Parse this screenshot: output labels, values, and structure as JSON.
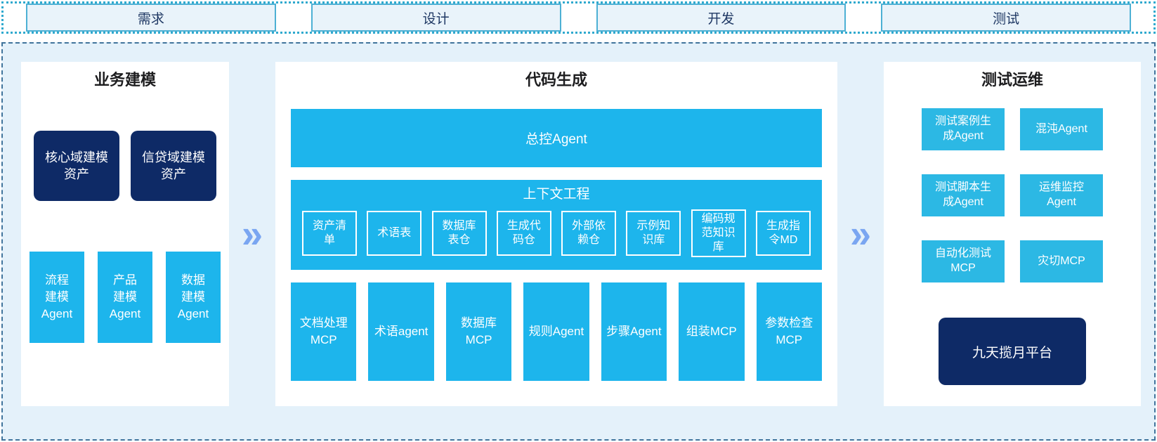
{
  "phases": [
    "需求",
    "设计",
    "开发",
    "测试"
  ],
  "flow": {
    "chevron": "»"
  },
  "sections": {
    "business_modeling": {
      "title": "业务建模",
      "assets": [
        "核心域建模资产",
        "信贷域建模资产"
      ],
      "agents": [
        "流程建模Agent",
        "产品建模Agent",
        "数据建模Agent"
      ]
    },
    "code_generation": {
      "title": "代码生成",
      "master_agent": "总控Agent",
      "context_engineering": {
        "title": "上下文工程",
        "items": [
          "资产清单",
          "术语表",
          "数据库表仓",
          "生成代码仓",
          "外部依赖仓",
          "示例知识库",
          "编码规范知识库",
          "生成指令MD"
        ]
      },
      "tools": [
        "文档处理MCP",
        "术语agent",
        "数据库MCP",
        "规则Agent",
        "步骤Agent",
        "组装MCP",
        "参数检查MCP"
      ]
    },
    "test_ops": {
      "title": "测试运维",
      "tools": [
        "测试案例生成Agent",
        "混沌Agent",
        "测试脚本生成Agent",
        "运维监控Agent",
        "自动化测试MCP",
        "灾切MCP"
      ],
      "platform": "九天揽月平台"
    }
  },
  "colors": {
    "cyan": "#1db5ec",
    "cyan_light": "#2cb8e4",
    "navy": "#0e2a66",
    "canvas_bg": "#e4f1fa",
    "phase_fill": "#e9f3fa",
    "phase_border": "#4db0d4",
    "dotted_border": "#2fa9ce",
    "dashed_border": "#40749c",
    "chevron": "#7aa6f1"
  }
}
